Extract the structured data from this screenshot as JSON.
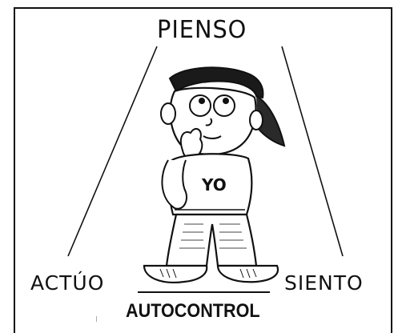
{
  "diagram": {
    "top_label": "PIENSO",
    "left_label": "ACTÚO",
    "right_label": "SIENTO",
    "center_label": "AUTOCONTROL",
    "shirt_text": "YO"
  }
}
